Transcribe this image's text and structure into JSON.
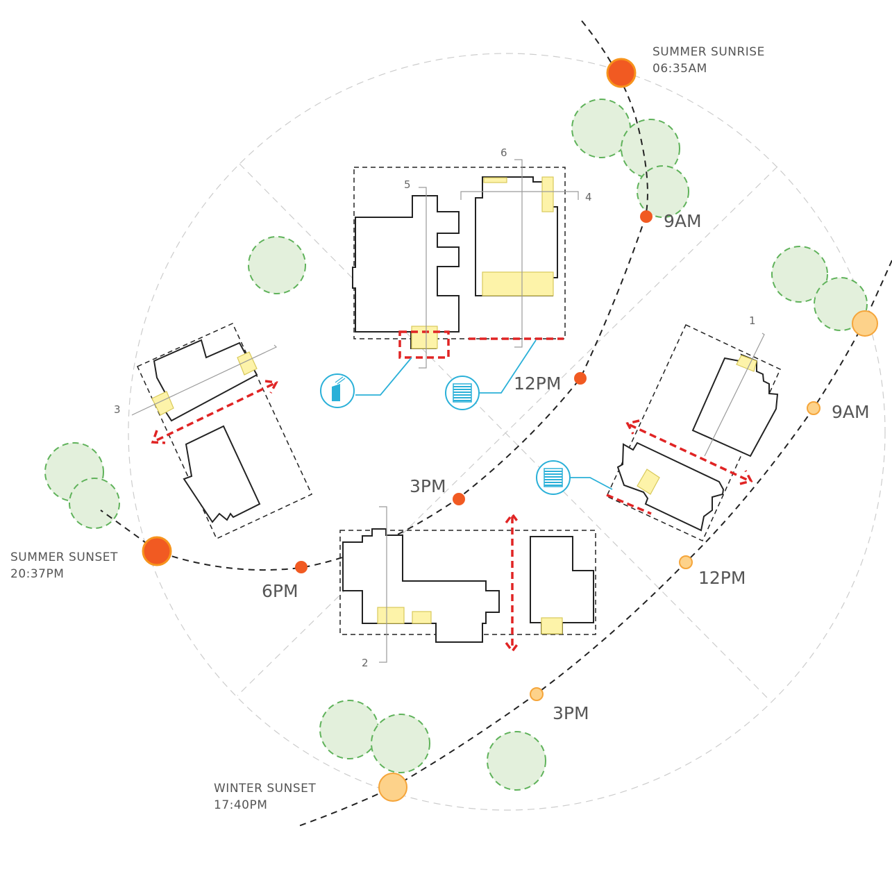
{
  "labels": {
    "summer_sunrise": "SUMMER SUNRISE",
    "summer_sunrise_time": "06:35AM",
    "summer_sunset": "SUMMER SUNSET",
    "summer_sunset_time": "20:37PM",
    "winter_sunset": "WINTER SUNSET",
    "winter_sunset_time": "17:40PM"
  },
  "summer_path_times": [
    "9AM",
    "12PM",
    "3PM",
    "6PM"
  ],
  "winter_path_times": [
    "9AM",
    "12PM",
    "3PM"
  ],
  "section_numbers": [
    "1",
    "2",
    "3",
    "4",
    "5",
    "6"
  ],
  "colors": {
    "summer_sun": "#f15a22",
    "winter_sun": "#fdd28a",
    "tree_fill": "#e3f0dc",
    "tree_stroke": "#5fb25a",
    "window": "#fdf3a9",
    "shading_line": "#e02424",
    "icon_accent": "#2ab0d8"
  },
  "icons": [
    "fin-shade-icon",
    "louver-icon",
    "louver-icon"
  ]
}
